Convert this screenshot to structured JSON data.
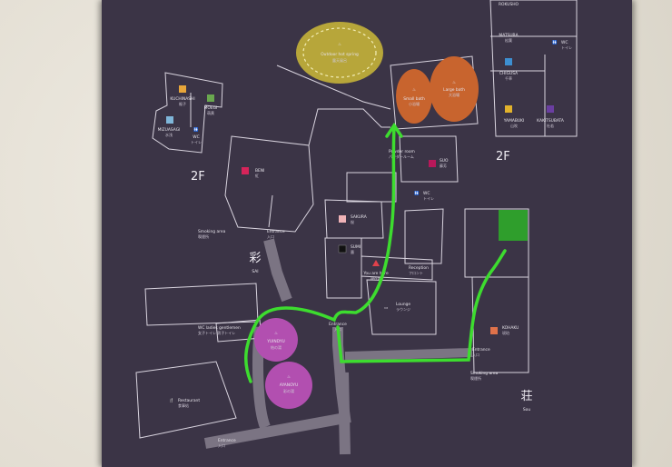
{
  "floors": {
    "left": "2F",
    "right": "2F"
  },
  "buildings": {
    "sai": {
      "kanji": "彩",
      "romaji": "SAI"
    },
    "sou": {
      "kanji": "荘",
      "romaji": "Sou"
    }
  },
  "baths": {
    "outdoor": {
      "en": "Outdoor hot spring",
      "jp": "露天風呂"
    },
    "small": {
      "en": "Small bath",
      "jp": "小浴場"
    },
    "large": {
      "en": "Large bath",
      "jp": "大浴場"
    },
    "yuindyu": {
      "en": "YUINDYU",
      "jp": "結の湯"
    },
    "ayanoyu": {
      "en": "AYANOYU",
      "jp": "彩の湯"
    }
  },
  "rooms": {
    "kuchinashi": {
      "en": "KUCHINASHI",
      "jp": "梔子"
    },
    "moegi": {
      "en": "MOEGI",
      "jp": "萌黄"
    },
    "mizuasagi": {
      "en": "MIZUASAGI",
      "jp": "水浅"
    },
    "beni": {
      "en": "BENI",
      "jp": "紅"
    },
    "sakura": {
      "en": "SAKURA",
      "jp": "桜"
    },
    "sumi": {
      "en": "SUMI",
      "jp": "墨"
    },
    "suo": {
      "en": "SUO",
      "jp": "蘇芳"
    },
    "rokusho": {
      "en": "ROKUSHO"
    },
    "matsuba": {
      "en": "MATSUBA",
      "jp": "松葉"
    },
    "chigusa": {
      "en": "CHIGUSA",
      "jp": "千草"
    },
    "yamabuki": {
      "en": "YAMABUKI",
      "jp": "山吹"
    },
    "kakitsubata": {
      "en": "KAKITSUBATA",
      "jp": "杜若"
    },
    "kohaku": {
      "en": "KOHAKU",
      "jp": "琥珀"
    }
  },
  "facilities": {
    "wc_left": {
      "en": "WC",
      "jp": "トイレ"
    },
    "wc_center": {
      "en": "WC",
      "jp": "トイレ"
    },
    "wc_right": {
      "en": "WC",
      "jp": "トイレ"
    },
    "powder": {
      "en": "Powder room",
      "jp": "パウダールーム"
    },
    "reception": {
      "en": "Reception",
      "jp": "フロント"
    },
    "lounge": {
      "en": "Lounge",
      "jp": "ラウンジ"
    },
    "you_are_here": {
      "en": "You are here",
      "jp": "現在地"
    },
    "restaurant": {
      "en": "Restaurant",
      "jp": "食事処"
    },
    "wc_ladies_gents": {
      "en": "WC ladies  gentlemen",
      "jp": "女子トイレ  男子トイレ"
    }
  },
  "entrances": {
    "sai": {
      "en": "Entrance",
      "jp": "入口"
    },
    "center": {
      "en": "Entrance",
      "jp": "入口"
    },
    "sou": {
      "en": "Entrance",
      "jp": "入口"
    },
    "bottom": {
      "en": "Entrance",
      "jp": "入口"
    }
  },
  "smoking": {
    "left": {
      "en": "Smoking area",
      "jp": "喫煙所"
    },
    "right": {
      "en": "Smoking area",
      "jp": "喫煙所"
    }
  },
  "colors": {
    "board": "#3b3446",
    "outdoor_bath": "#b7a63a",
    "indoor_bath": "#c8642e",
    "sai_bath": "#b24fb0",
    "highlight_path": "#3ddc2f",
    "highlight_box": "#2f9e2c",
    "you_are_here": "#e0414b"
  }
}
